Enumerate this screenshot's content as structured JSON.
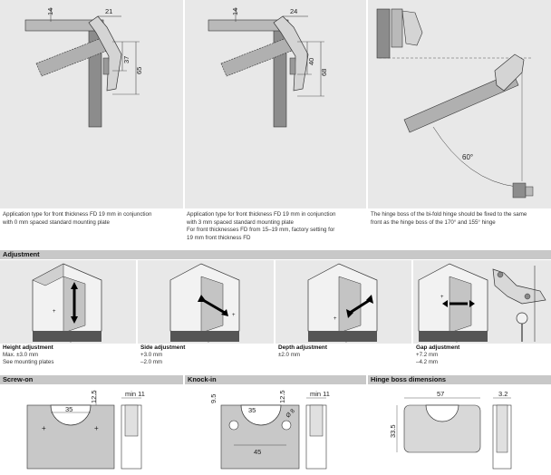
{
  "top": {
    "panel1": {
      "dims": {
        "top": "14",
        "width": "21",
        "inner": "37",
        "outer": "65"
      },
      "caption": [
        "Application type for front thickness FD 19 mm in conjunction",
        "with 0 mm spaced standard mounting plate"
      ]
    },
    "panel2": {
      "dims": {
        "top": "14",
        "width": "24",
        "inner": "40",
        "outer": "68"
      },
      "caption": [
        "Application type for front thickness FD 19 mm in conjunction",
        "with 3 mm spaced standard mounting plate",
        "For front thicknesses FD from 15–19 mm, factory setting for",
        "19 mm front thickness FD"
      ]
    },
    "panel3": {
      "angle": "60°",
      "caption": [
        "The hinge boss of the bi-fold hinge should be fixed to the same",
        "front as the hinge boss of the 170° and 155° hinge"
      ]
    }
  },
  "adjustment": {
    "heading": "Adjustment",
    "items": [
      {
        "title": "Height adjustment",
        "lines": [
          "Max. ±3.0 mm",
          "See mounting plates"
        ]
      },
      {
        "title": "Side adjustment",
        "lines": [
          "+3.0 mm",
          "–2.0 mm"
        ]
      },
      {
        "title": "Depth adjustment",
        "lines": [
          "±2.0 mm"
        ]
      },
      {
        "title": "Gap adjustment",
        "lines": [
          "+7.2 mm",
          "–4.2 mm"
        ]
      }
    ]
  },
  "bottom": {
    "screw_on": {
      "heading": "Screw-on",
      "dims": {
        "dia": "35",
        "offset": "12.5",
        "min": "min 11"
      }
    },
    "knock_in": {
      "heading": "Knock-in",
      "dims": {
        "dia": "35",
        "left": "9.5",
        "offset": "12.5",
        "pitch": "45",
        "min": "min 11",
        "hole": "Ø 8"
      }
    },
    "hinge_boss": {
      "heading": "Hinge boss dimensions",
      "dims": {
        "width": "57",
        "height": "33.5",
        "depth": "3.2"
      }
    }
  }
}
